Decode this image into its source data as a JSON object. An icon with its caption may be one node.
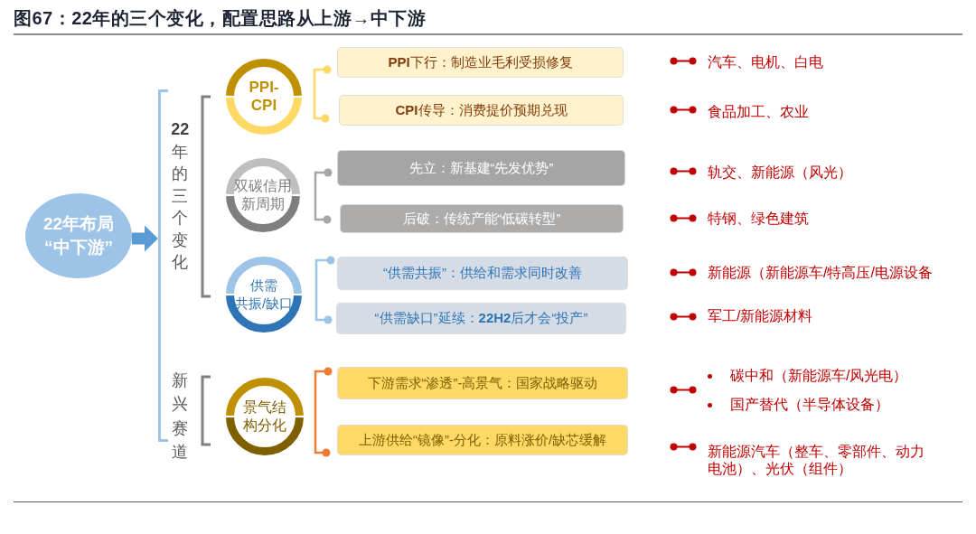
{
  "diagram": {
    "title": "图67：22年的三个变化，配置思路从上游→中下游",
    "nodes": [
      {
        "text": [
          "22年布局“中下游”"
        ]
      },
      {
        "text": [],
        "shape": "bracket"
      },
      {
        "text": [
          "PPI-CPI"
        ]
      },
      {
        "text": [
          "**PPI**下行：制造业毛利受损修复"
        ]
      },
      {
        "text": [
          "**CPI**传导：消费提价预期兑现"
        ]
      },
      {
        "text": [
          "双碳信用新周期"
        ]
      },
      {
        "text": [
          "先立：新基建“先发优势”"
        ]
      },
      {
        "text": [
          "后破：传统产能“低碳转型”"
        ]
      },
      {
        "text": [
          "供需共振/缺口"
        ]
      },
      {
        "text": [
          "“供需共振”：供给和需求同时改善"
        ]
      },
      {
        "text": [
          "“供需缺口”延续：**22H2**后才会“投产”"
        ]
      },
      {
        "text": [
          "景气结构分化"
        ]
      },
      {
        "text": [
          "下游需求“渗透”-高景气：国家战略驱动"
        ]
      },
      {
        "text": [
          "上游供给“镜像”-分化：原料涨价/缺芯缓解"
        ]
      }
    ],
    "edges": [
      {
        "from": 0,
        "to": 1,
        "arrow": "to"
      }
    ],
    "labels": [
      "**22**年的三个变化",
      "新兴赛道",
      "汽车、电机、白电",
      "食品加工、农业",
      "轨交、新能源（风光）",
      "特钢、绿色建筑",
      "新能源（新能源车/特高压/电源设备",
      "军工/新能源材料",
      "碳中和（新能源车/风光电）",
      "国产替代（半导体设备）",
      "新能源汽车（整车、零部件、动力电池）、光伏（组件）"
    ]
  }
}
